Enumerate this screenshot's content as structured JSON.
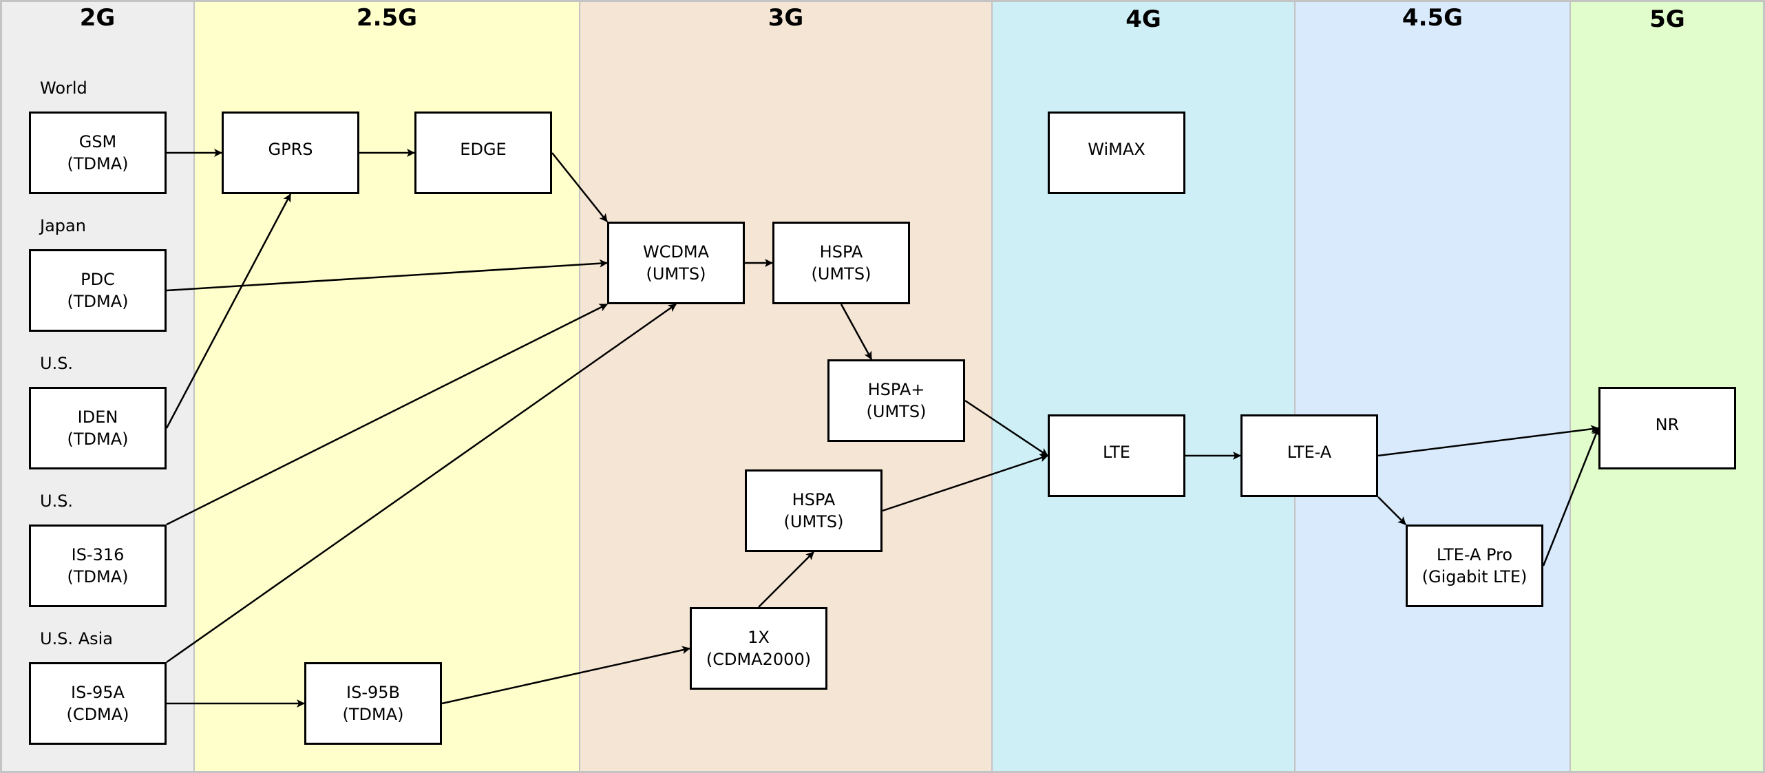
{
  "title": "Evolution of mobile network technologies",
  "columns": [
    {
      "id": "c2g",
      "label": "2G",
      "color": "#eeeeee"
    },
    {
      "id": "c25g",
      "label": "2.5G",
      "color": "#ffffcc"
    },
    {
      "id": "c3g",
      "label": "3G",
      "color": "#f5e5d5"
    },
    {
      "id": "c4g",
      "label": "4G",
      "color": "#cdeff5"
    },
    {
      "id": "c45g",
      "label": "4.5G",
      "color": "#d8eafc"
    },
    {
      "id": "c5g",
      "label": "5G",
      "color": "#e2fdcc"
    }
  ],
  "regions": [
    "World",
    "Japan",
    "U.S.",
    "U.S.",
    "U.S. Asia"
  ],
  "nodes": {
    "gsm": {
      "line1": "GSM",
      "line2": "(TDMA)"
    },
    "pdc": {
      "line1": "PDC",
      "line2": "(TDMA)"
    },
    "iden": {
      "line1": "IDEN",
      "line2": "(TDMA)"
    },
    "is316": {
      "line1": "IS-316",
      "line2": "(TDMA)"
    },
    "is95a": {
      "line1": "IS-95A",
      "line2": "(CDMA)"
    },
    "gprs": {
      "line1": "GPRS",
      "line2": ""
    },
    "edge": {
      "line1": "EDGE",
      "line2": ""
    },
    "is95b": {
      "line1": "IS-95B",
      "line2": "(TDMA)"
    },
    "wcdma": {
      "line1": "WCDMA",
      "line2": "(UMTS)"
    },
    "hspa1": {
      "line1": "HSPA",
      "line2": "(UMTS)"
    },
    "hspaplus": {
      "line1": "HSPA+",
      "line2": "(UMTS)"
    },
    "hspa2": {
      "line1": "HSPA",
      "line2": "(UMTS)"
    },
    "onex": {
      "line1": "1X",
      "line2": "(CDMA2000)"
    },
    "wimax": {
      "line1": "WiMAX",
      "line2": ""
    },
    "lte": {
      "line1": "LTE",
      "line2": ""
    },
    "ltea": {
      "line1": "LTE-A",
      "line2": ""
    },
    "lteapro": {
      "line1": "LTE-A Pro",
      "line2": "(Gigabit LTE)"
    },
    "nr": {
      "line1": "NR",
      "line2": ""
    }
  },
  "edges": [
    [
      "gsm",
      "gprs"
    ],
    [
      "gprs",
      "edge"
    ],
    [
      "edge",
      "wcdma"
    ],
    [
      "pdc",
      "wcdma"
    ],
    [
      "iden",
      "gprs"
    ],
    [
      "is316",
      "wcdma"
    ],
    [
      "is95a",
      "wcdma"
    ],
    [
      "is95a",
      "is95b"
    ],
    [
      "is95b",
      "onex"
    ],
    [
      "wcdma",
      "hspa1"
    ],
    [
      "hspa1",
      "hspaplus"
    ],
    [
      "hspaplus",
      "lte"
    ],
    [
      "onex",
      "hspa2"
    ],
    [
      "hspa2",
      "lte"
    ],
    [
      "lte",
      "ltea"
    ],
    [
      "ltea",
      "nr"
    ],
    [
      "ltea",
      "lteapro"
    ],
    [
      "lteapro",
      "nr"
    ]
  ]
}
